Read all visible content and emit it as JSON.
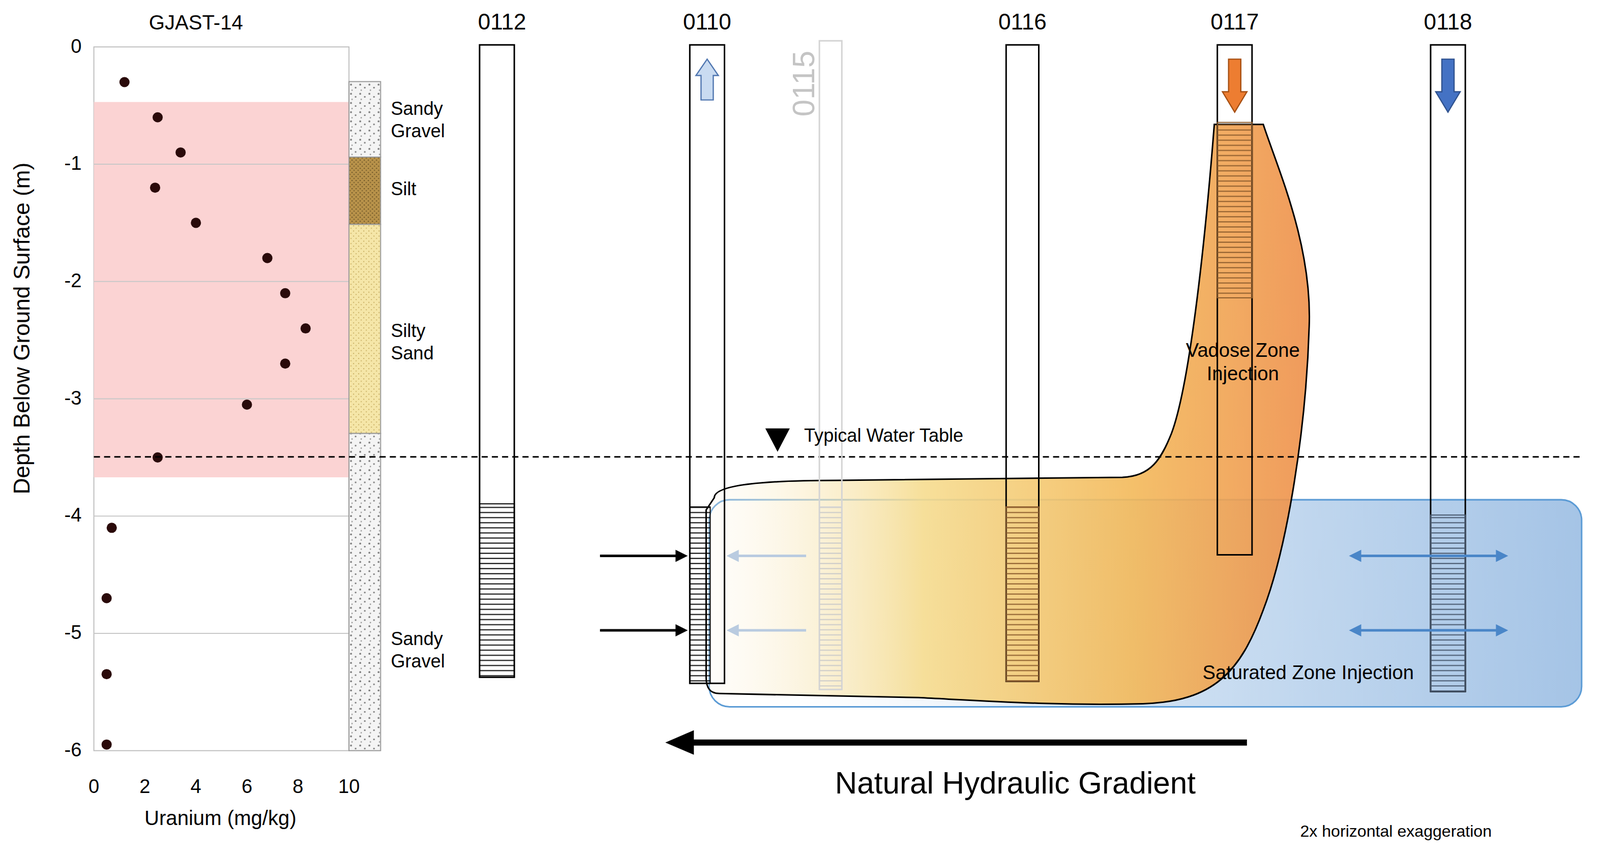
{
  "diagram": {
    "nodes": [
      {
        "text": [
          "0112"
        ]
      },
      {
        "text": [
          "0110"
        ]
      },
      {
        "text": [
          "0115"
        ]
      },
      {
        "text": [
          "0116"
        ]
      },
      {
        "text": [
          "0117"
        ]
      },
      {
        "text": [
          "0118"
        ]
      },
      {
        "text": [
          "Vadose Zone Injection"
        ]
      },
      {
        "text": [
          "Saturated Zone Injection"
        ]
      }
    ],
    "labels": [
      "GJAST-14",
      "Depth Below Ground Surface (m)",
      "0",
      "-1",
      "-2",
      "-3",
      "-4",
      "-5",
      "-6",
      "0",
      "2",
      "4",
      "6",
      "8",
      "10",
      "Uranium (mg/kg)",
      "Sandy Gravel",
      "Silt",
      "Silty Sand",
      "Sandy Gravel",
      "Typical Water Table",
      "Natural Hydraulic Gradient",
      "2x horizontal exaggeration"
    ]
  }
}
